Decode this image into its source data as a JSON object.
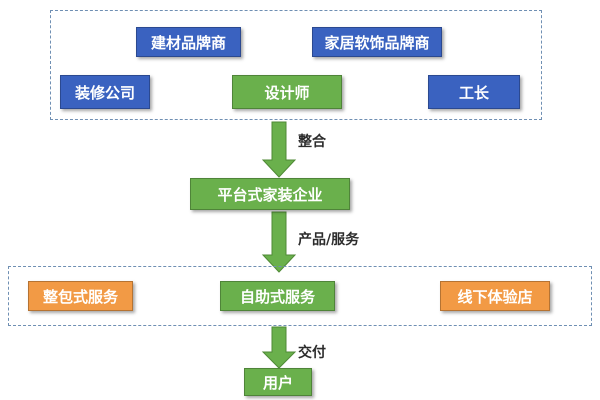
{
  "colors": {
    "blue": "#3a62c0",
    "green": "#6ab04c",
    "orange": "#f29a45",
    "arrow": "#6ab04c",
    "dashed_border": "#6f8fb3"
  },
  "top_group": {
    "items": [
      {
        "label": "建材品牌商",
        "color": "blue"
      },
      {
        "label": "家居软饰品牌商",
        "color": "blue"
      },
      {
        "label": "装修公司",
        "color": "blue"
      },
      {
        "label": "设计师",
        "color": "green"
      },
      {
        "label": "工长",
        "color": "blue"
      }
    ]
  },
  "edges": {
    "integrate_label": "整合",
    "products_services_label": "产品/服务",
    "deliver_label": "交付"
  },
  "platform": {
    "label": "平台式家装企业",
    "color": "green"
  },
  "services_group": {
    "items": [
      {
        "label": "整包式服务",
        "color": "orange"
      },
      {
        "label": "自助式服务",
        "color": "green"
      },
      {
        "label": "线下体验店",
        "color": "orange"
      }
    ]
  },
  "user": {
    "label": "用户",
    "color": "green"
  }
}
